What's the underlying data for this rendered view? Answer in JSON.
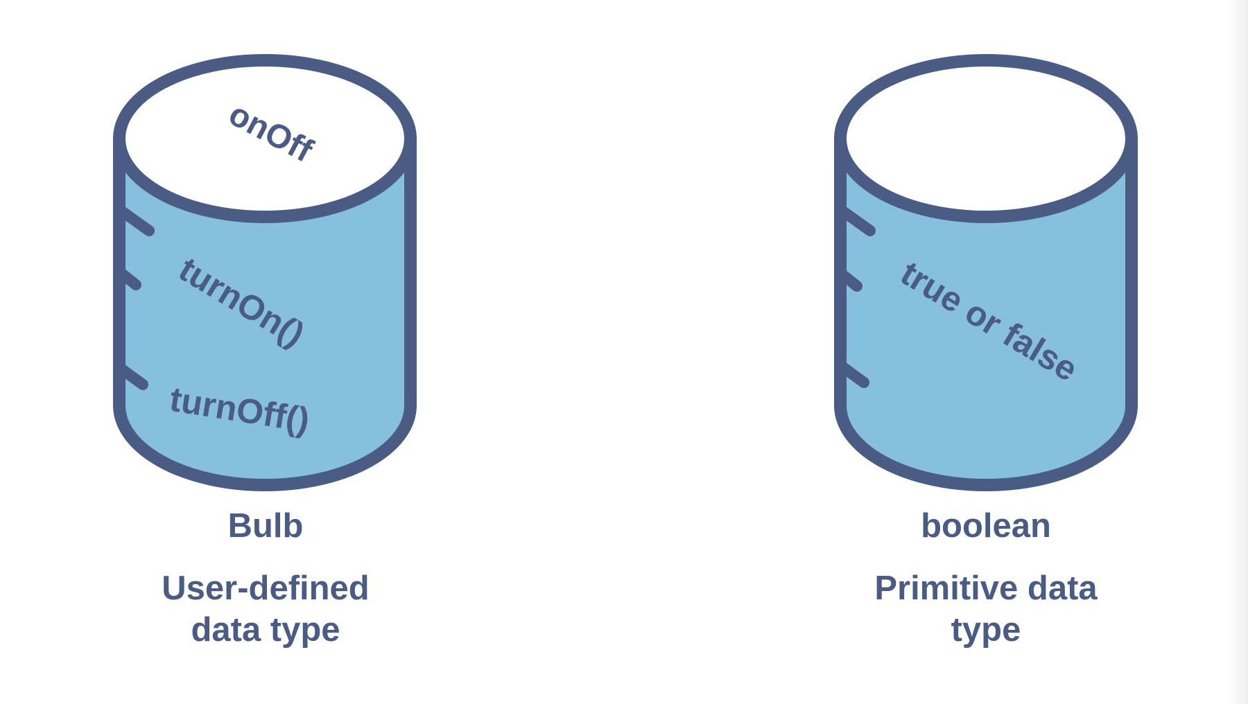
{
  "colors": {
    "outline": "#4A5B84",
    "body_fill": "#87BFDE",
    "top_fill": "#FFFFFF",
    "text": "#4A5B84"
  },
  "left_cylinder": {
    "top_label": "onOff",
    "method_1": "turnOn()",
    "method_2": "turnOff()",
    "name": "Bulb",
    "caption_line_1": "User-defined",
    "caption_line_2": "data type"
  },
  "right_cylinder": {
    "body_label": "true or false",
    "name": "boolean",
    "caption_line_1": "Primitive data",
    "caption_line_2": "type"
  }
}
